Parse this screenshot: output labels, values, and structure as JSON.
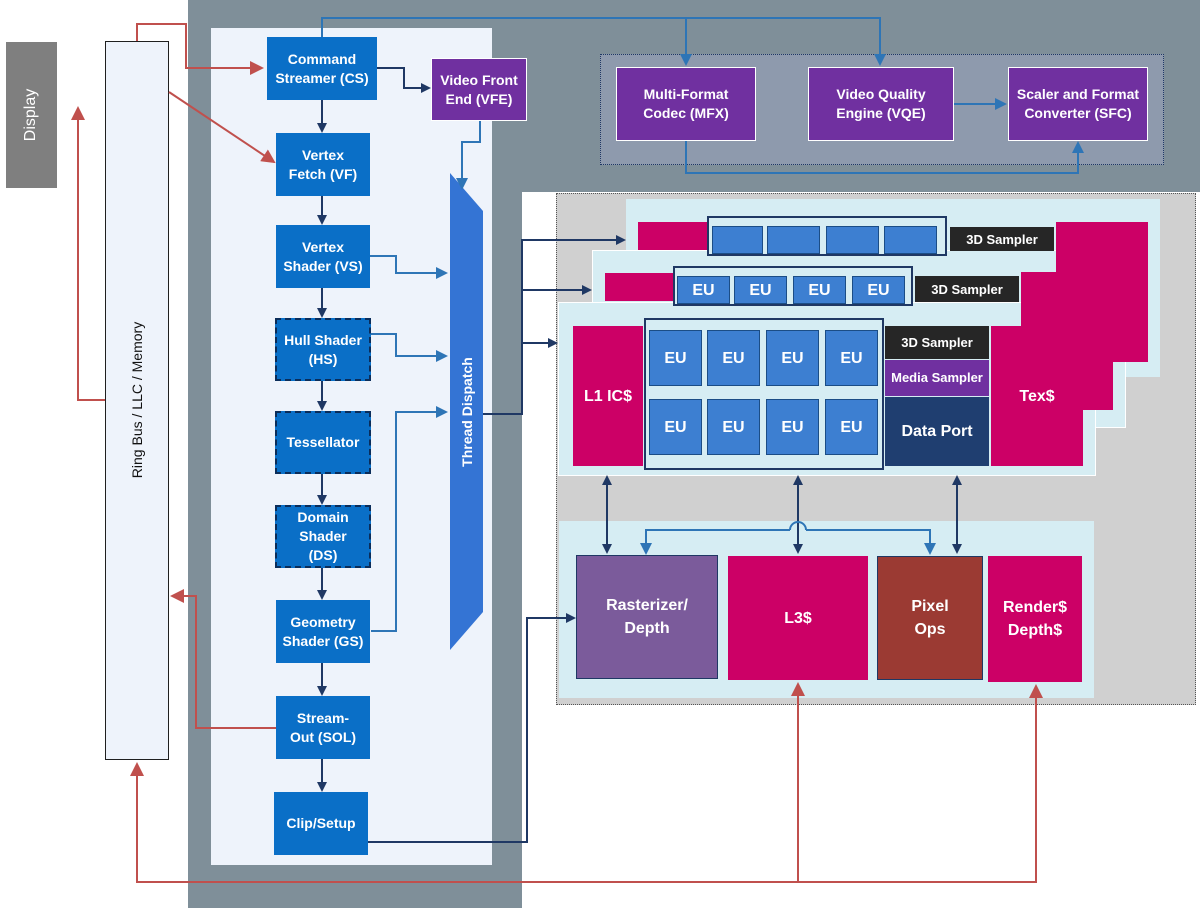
{
  "display": {
    "label": "Display"
  },
  "ring_bus": {
    "label": "Ring Bus / LLC / Memory"
  },
  "pipeline": {
    "command_streamer": "Command Streamer (CS)",
    "video_front_end": "Video Front End (VFE)",
    "vertex_fetch": "Vertex Fetch (VF)",
    "vertex_shader": "Vertex Shader (VS)",
    "hull_shader": "Hull Shader (HS)",
    "tessellator": "Tessellator",
    "domain_shader": "Domain Shader (DS)",
    "geometry_shader": "Geometry Shader (GS)",
    "stream_out": "Stream-Out (SOL)",
    "clip_setup": "Clip/Setup",
    "thread_dispatch": "Thread Dispatch"
  },
  "media": {
    "mfx": "Multi-Format Codec (MFX)",
    "vqe": "Video Quality Engine (VQE)",
    "sfc": "Scaler and Format Converter (SFC)"
  },
  "subslice": {
    "l1_ic": "L1 IC$",
    "eu": "EU",
    "sampler_3d": "3D Sampler",
    "media_sampler": "Media Sampler",
    "data_port": "Data Port",
    "tex_cache": "Tex$"
  },
  "slice_common": {
    "rasterizer": "Rasterizer/ Depth",
    "l3": "L3$",
    "pixel_ops": "Pixel Ops",
    "render_depth": "Render$ Depth$"
  },
  "colors": {
    "pipeline_blue": "#0a6fc7",
    "media_purple": "#7030a0",
    "cache_magenta": "#cc0066",
    "memory_arrow_red": "#c0504d",
    "flow_arrow_blue": "#2e75b6",
    "dark_arrow": "#1f3864"
  }
}
